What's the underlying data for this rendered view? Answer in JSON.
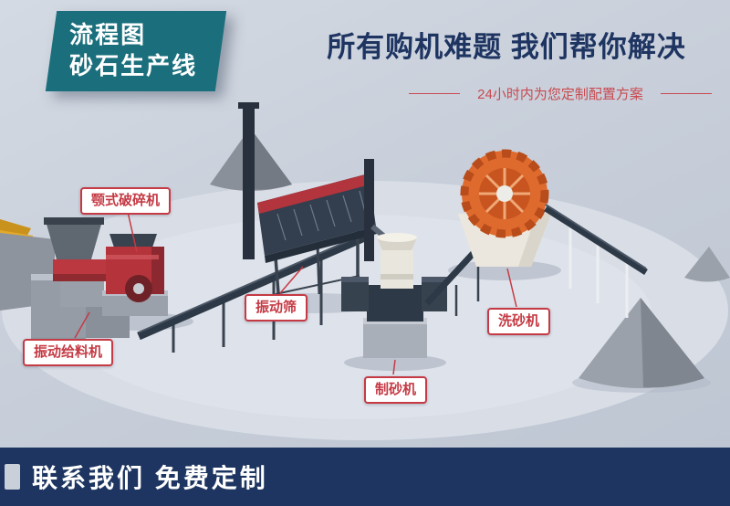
{
  "badge": {
    "line1": "流程图",
    "line2": "砂石生产线"
  },
  "header": {
    "title": "所有购机难题 我们帮你解决",
    "subtitle": "24小时内为您定制配置方案"
  },
  "equipment_labels": {
    "feeder": "振动给料机",
    "jaw_crusher": "颚式破碎机",
    "vibrating_screen": "振动筛",
    "sand_maker": "制砂机",
    "sand_washer": "洗砂机"
  },
  "footer": {
    "cta": "联系我们 免费定制"
  },
  "icons": {
    "footer_logo": "logo-mark"
  },
  "colors": {
    "badge_teal": "#1b6f7d",
    "deep_navy": "#1e3461",
    "accent_red": "#c53a44",
    "footer_navy": "#1d3560",
    "page_bg": "#c8cfda",
    "machine_red": "#b5343c",
    "washer_orange": "#df6a2e"
  }
}
